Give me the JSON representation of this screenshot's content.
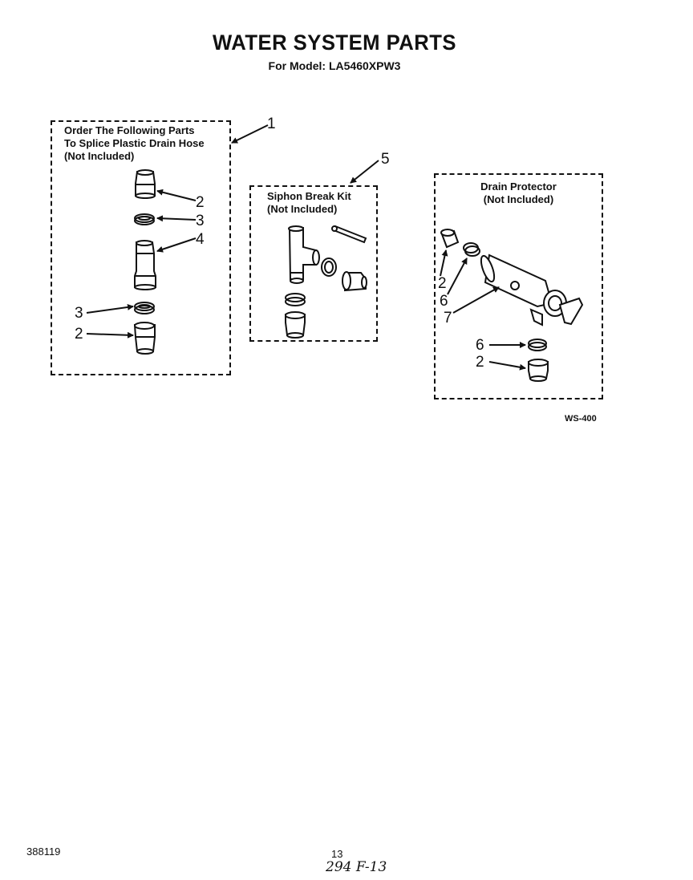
{
  "header": {
    "title": "WATER SYSTEM PARTS",
    "subtitle": "For Model: LA5460XPW3"
  },
  "boxes": {
    "splice": {
      "lines": [
        "Order The Following Parts",
        "To Splice Plastic Drain Hose",
        "(Not Included)"
      ],
      "callout": "1"
    },
    "siphon": {
      "lines": [
        "Siphon Break Kit",
        "(Not Included)"
      ],
      "callout": "5"
    },
    "drain": {
      "lines": [
        "Drain Protector",
        "(Not Included)"
      ]
    }
  },
  "callouts": {
    "splice": [
      "2",
      "3",
      "4",
      "3",
      "2"
    ],
    "drain": [
      "2",
      "6",
      "7",
      "6",
      "2"
    ]
  },
  "figure_code": "WS-400",
  "footer": {
    "doc_number": "388119",
    "page_number": "13",
    "handwritten": "294 F-13"
  }
}
